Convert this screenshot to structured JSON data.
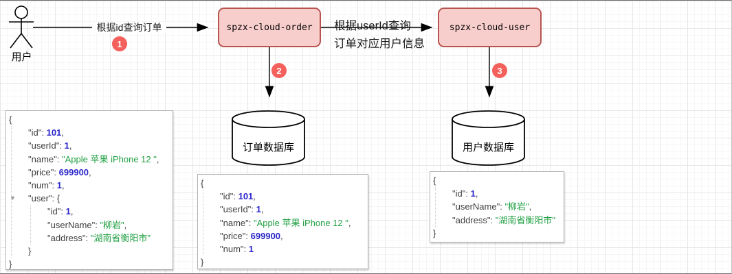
{
  "diagram": {
    "actor_label": "用户",
    "service_nodes": [
      {
        "label": "spzx-cloud-order"
      },
      {
        "label": "spzx-cloud-user"
      }
    ],
    "databases": [
      {
        "label": "订单数据库"
      },
      {
        "label": "用户数据库"
      }
    ],
    "edge_labels": {
      "query_order": "根据id查询订单",
      "query_user_line1": "根据userId查询",
      "query_user_line2": "订单对应用户信息"
    },
    "step_badges": [
      "1",
      "2",
      "3"
    ],
    "colors": {
      "node_fill": "#f8cecc",
      "node_border": "#b85450",
      "badge_red": "#f4605c",
      "json_string_green": "#21a043",
      "json_number_blue": "#2b27cb",
      "json_key_gray": "#3f3f3f"
    }
  },
  "json_panels": [
    {
      "name": "order-with-user-result",
      "guides": [
        {
          "level": 0,
          "from_line": 1,
          "to_line": 11
        },
        {
          "level": 1,
          "from_line": 7,
          "to_line": 10
        }
      ],
      "lines": [
        {
          "indent": 0,
          "tokens": [
            [
              "punc",
              "{"
            ]
          ]
        },
        {
          "indent": 1,
          "tokens": [
            [
              "key",
              "\"id\""
            ],
            [
              "punc",
              ": "
            ],
            [
              "num",
              "101"
            ],
            [
              "punc",
              ","
            ]
          ]
        },
        {
          "indent": 1,
          "tokens": [
            [
              "key",
              "\"userId\""
            ],
            [
              "punc",
              ": "
            ],
            [
              "num",
              "1"
            ],
            [
              "punc",
              ","
            ]
          ]
        },
        {
          "indent": 1,
          "tokens": [
            [
              "key",
              "\"name\""
            ],
            [
              "punc",
              ": "
            ],
            [
              "str",
              "\"Apple 苹果 iPhone 12 \""
            ],
            [
              "punc",
              ","
            ]
          ]
        },
        {
          "indent": 1,
          "tokens": [
            [
              "key",
              "\"price\""
            ],
            [
              "punc",
              ": "
            ],
            [
              "num",
              "699900"
            ],
            [
              "punc",
              ","
            ]
          ]
        },
        {
          "indent": 1,
          "tokens": [
            [
              "key",
              "\"num\""
            ],
            [
              "punc",
              ": "
            ],
            [
              "num",
              "1"
            ],
            [
              "punc",
              ","
            ]
          ]
        },
        {
          "indent": 1,
          "expander": true,
          "tokens": [
            [
              "key",
              "\"user\""
            ],
            [
              "punc",
              ": {"
            ]
          ]
        },
        {
          "indent": 2,
          "tokens": [
            [
              "key",
              "\"id\""
            ],
            [
              "punc",
              ": "
            ],
            [
              "num",
              "1"
            ],
            [
              "punc",
              ","
            ]
          ]
        },
        {
          "indent": 2,
          "tokens": [
            [
              "key",
              "\"userName\""
            ],
            [
              "punc",
              ": "
            ],
            [
              "str",
              "\"柳岩\""
            ],
            [
              "punc",
              ","
            ]
          ]
        },
        {
          "indent": 2,
          "tokens": [
            [
              "key",
              "\"address\""
            ],
            [
              "punc",
              ": "
            ],
            [
              "str",
              "\"湖南省衡阳市\""
            ]
          ]
        },
        {
          "indent": 1,
          "tokens": [
            [
              "punc",
              "}"
            ]
          ]
        },
        {
          "indent": 0,
          "tokens": [
            [
              "punc",
              "}"
            ]
          ]
        }
      ]
    },
    {
      "name": "order-db-record",
      "guides": [
        {
          "level": 0,
          "from_line": 1,
          "to_line": 6
        }
      ],
      "lines": [
        {
          "indent": 0,
          "tokens": [
            [
              "punc",
              "{"
            ]
          ]
        },
        {
          "indent": 1,
          "tokens": [
            [
              "key",
              "\"id\""
            ],
            [
              "punc",
              ": "
            ],
            [
              "num",
              "101"
            ],
            [
              "punc",
              ","
            ]
          ]
        },
        {
          "indent": 1,
          "tokens": [
            [
              "key",
              "\"userId\""
            ],
            [
              "punc",
              ": "
            ],
            [
              "num",
              "1"
            ],
            [
              "punc",
              ","
            ]
          ]
        },
        {
          "indent": 1,
          "tokens": [
            [
              "key",
              "\"name\""
            ],
            [
              "punc",
              ": "
            ],
            [
              "str",
              "\"Apple 苹果 iPhone 12 \""
            ],
            [
              "punc",
              ","
            ]
          ]
        },
        {
          "indent": 1,
          "tokens": [
            [
              "key",
              "\"price\""
            ],
            [
              "punc",
              ": "
            ],
            [
              "num",
              "699900"
            ],
            [
              "punc",
              ","
            ]
          ]
        },
        {
          "indent": 1,
          "tokens": [
            [
              "key",
              "\"num\""
            ],
            [
              "punc",
              ": "
            ],
            [
              "num",
              "1"
            ]
          ]
        },
        {
          "indent": 0,
          "tokens": [
            [
              "punc",
              "}"
            ]
          ]
        }
      ]
    },
    {
      "name": "user-db-record",
      "guides": [
        {
          "level": 0,
          "from_line": 1,
          "to_line": 4
        }
      ],
      "lines": [
        {
          "indent": 0,
          "tokens": [
            [
              "punc",
              "{"
            ]
          ]
        },
        {
          "indent": 1,
          "tokens": [
            [
              "key",
              "\"id\""
            ],
            [
              "punc",
              ": "
            ],
            [
              "num",
              "1"
            ],
            [
              "punc",
              ","
            ]
          ]
        },
        {
          "indent": 1,
          "tokens": [
            [
              "key",
              "\"userName\""
            ],
            [
              "punc",
              ": "
            ],
            [
              "str",
              "\"柳岩\""
            ],
            [
              "punc",
              ","
            ]
          ]
        },
        {
          "indent": 1,
          "tokens": [
            [
              "key",
              "\"address\""
            ],
            [
              "punc",
              ": "
            ],
            [
              "str",
              "\"湖南省衡阳市\""
            ]
          ]
        },
        {
          "indent": 0,
          "tokens": [
            [
              "punc",
              "}"
            ]
          ]
        }
      ]
    }
  ]
}
